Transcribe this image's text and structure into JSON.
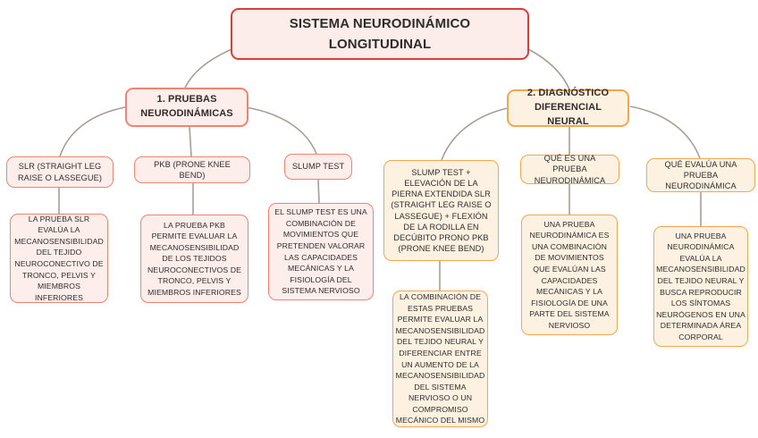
{
  "title": "SISTEMA NEURODINÁMICO LONGITUDINAL",
  "colors": {
    "red_border": "#dc3e34",
    "pink_fill": "#fcecea",
    "salmon_border": "#f4826f",
    "pink_fill_light": "#fdeeec",
    "orange_border": "#f4a84e",
    "cream_fill": "#fdf2e2",
    "connector": "#a79e95",
    "text": "#2f2c2a"
  },
  "branches": [
    {
      "id": "pruebas-neurodinamicas",
      "label": "1. PRUEBAS NEURODINÁMICAS",
      "children": [
        {
          "label": "SLR (STRAIGHT LEG RAISE O LASSEGUE)",
          "description": "LA PRUEBA SLR EVALÚA LA MECANOSENSIBILIDAD DEL TEJIDO NEUROCONECTIVO DE TRONCO, PELVIS Y MIEMBROS INFERIORES"
        },
        {
          "label": "PKB (PRONE KNEE BEND)",
          "description": "LA PRUEBA PKB PERMITE EVALUAR LA MECANOSENSIBILIDAD DE LOS TEJIDOS NEUROCONECTIVOS DE TRONCO, PELVIS Y MIEMBROS INFERIORES"
        },
        {
          "label": "SLUMP TEST",
          "description": "EL SLUMP TEST ES UNA COMBINACIÓN DE MOVIMIENTOS QUE PRETENDEN VALORAR LAS CAPACIDADES MECÁNICAS Y LA FISIOLOGÍA DEL SISTEMA NERVIOSO"
        }
      ]
    },
    {
      "id": "diagnostico-diferencial",
      "label": "2. DIAGNÓSTICO DIFERENCIAL NEURAL",
      "children": [
        {
          "label": "SLUMP TEST + ELEVACIÓN DE LA PIERNA EXTENDIDA SLR (STRAIGHT LEG RAISE O LASSEGUE) + FLEXIÓN DE LA RODILLA EN DECÚBITO PRONO PKB (PRONE KNEE BEND)",
          "description": "LA COMBINACIÓN DE ESTAS PRUEBAS PERMITE EVALUAR LA MECANOSENSIBILIDAD DEL TEJIDO NEURAL Y DIFERENCIAR ENTRE UN AUMENTO DE LA MECANOSENSIBILIDAD DEL SISTEMA NERVIOSO O UN COMPROMISO MECÁNICO DEL MISMO"
        },
        {
          "label": "QUÉ ES UNA PRUEBA NEURODINÁMICA",
          "description": "UNA PRUEBA NEURODINÁMICA ES UNA COMBINACIÓN DE MOVIMIENTOS QUE EVALÚAN LAS CAPACIDADES MECÁNICAS Y LA FISIOLOGÍA DE UNA PARTE DEL SISTEMA NERVIOSO"
        },
        {
          "label": "QUÉ EVALÚA UNA PRUEBA NEURODINÁMICA",
          "description": "UNA PRUEBA NEURODINÁMICA EVALÚA LA MECANOSENSIBILIDAD DEL TEJIDO NEURAL Y BUSCA REPRODUCIR LOS SÍNTOMAS NEURÓGENOS EN UNA DETERMINADA ÁREA CORPORAL"
        }
      ]
    }
  ]
}
